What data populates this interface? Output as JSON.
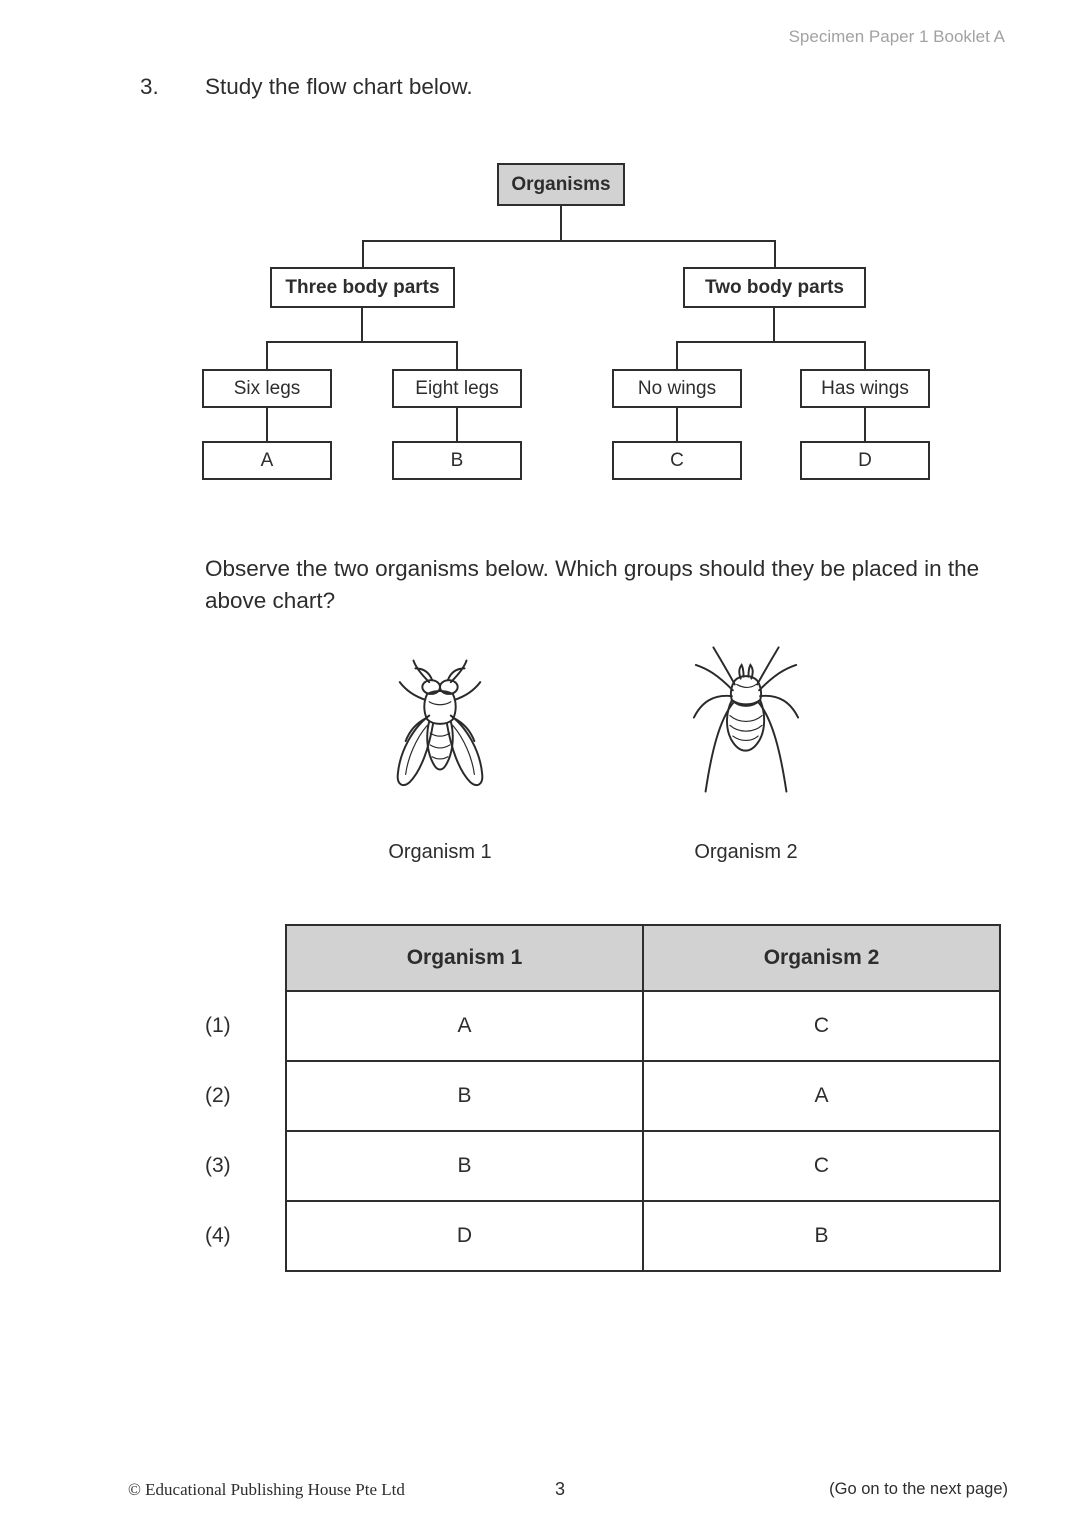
{
  "header": {
    "title": "Specimen Paper 1 Booklet A"
  },
  "question": {
    "number": "3.",
    "intro": "Study the flow chart below.",
    "prompt": "Observe the two organisms below. Which groups should they be placed in the above chart?"
  },
  "flow_chart": {
    "root": "Organisms",
    "level2": [
      "Three body parts",
      "Two body parts"
    ],
    "level3": [
      "Six legs",
      "Eight legs",
      "No wings",
      "Has wings"
    ],
    "level4": [
      "A",
      "B",
      "C",
      "D"
    ]
  },
  "organisms": [
    {
      "label": "Organism 1",
      "icon": "fly-illustration"
    },
    {
      "label": "Organism 2",
      "icon": "spider-illustration"
    }
  ],
  "table": {
    "headers": [
      "Organism 1",
      "Organism 2"
    ],
    "rows": [
      {
        "option": "(1)",
        "organism1": "A",
        "organism2": "C"
      },
      {
        "option": "(2)",
        "organism1": "B",
        "organism2": "A"
      },
      {
        "option": "(3)",
        "organism1": "B",
        "organism2": "C"
      },
      {
        "option": "(4)",
        "organism1": "D",
        "organism2": "B"
      }
    ]
  },
  "footer": {
    "publisher": "© Educational Publishing House Pte Ltd",
    "page_number": "3",
    "next_hint": "(Go on to the next page)"
  },
  "colors": {
    "box_fill_grey": "#d2d2d2",
    "line": "#2e2e2e",
    "header_text_grey": "#a2a2a2"
  }
}
